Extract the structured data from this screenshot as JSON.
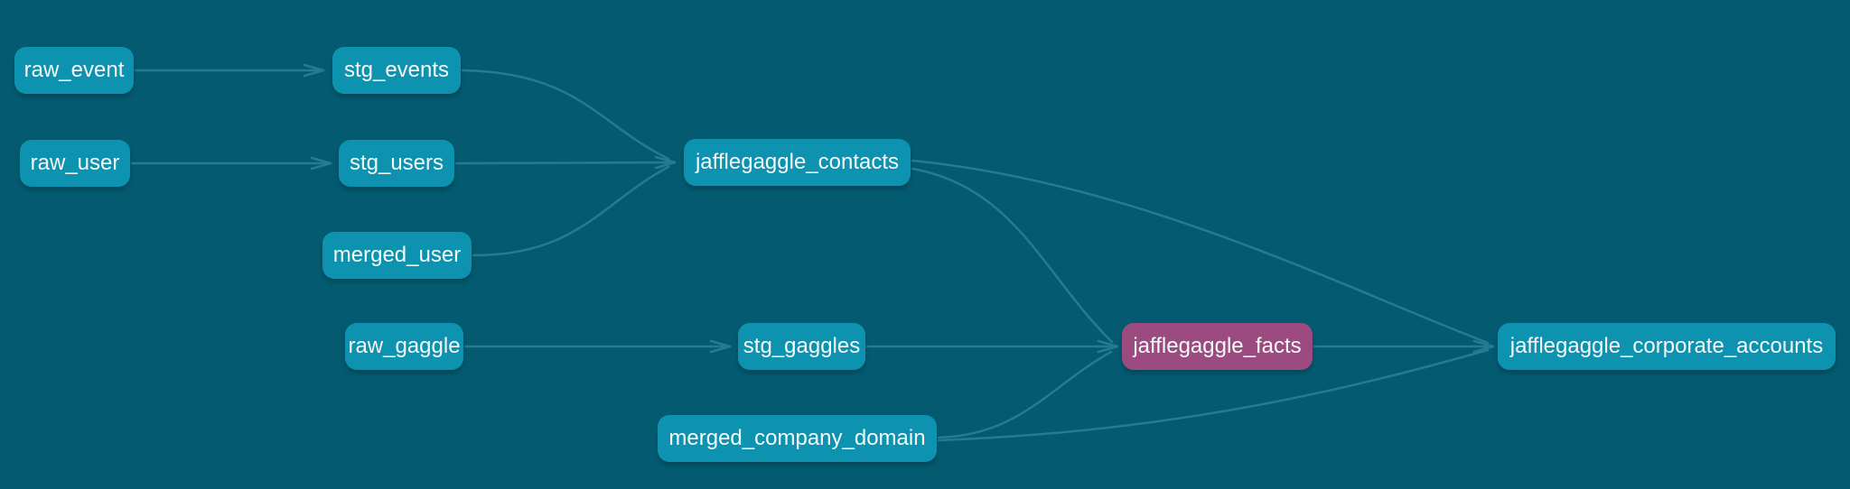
{
  "diagram": {
    "type": "lineage-dag",
    "background_color": "#045b71",
    "edge_color": "#257b92",
    "node_color_default": "#0d93b0",
    "node_color_highlight": "#9c4b80",
    "text_color": "#f5f8f8"
  },
  "nodes": [
    {
      "id": "raw_event",
      "label": "raw_event",
      "color": "teal"
    },
    {
      "id": "stg_events",
      "label": "stg_events",
      "color": "teal"
    },
    {
      "id": "raw_user",
      "label": "raw_user",
      "color": "teal"
    },
    {
      "id": "stg_users",
      "label": "stg_users",
      "color": "teal"
    },
    {
      "id": "merged_user",
      "label": "merged_user",
      "color": "teal"
    },
    {
      "id": "jafflegaggle_contacts",
      "label": "jafflegaggle_contacts",
      "color": "teal"
    },
    {
      "id": "raw_gaggle",
      "label": "raw_gaggle",
      "color": "teal"
    },
    {
      "id": "stg_gaggles",
      "label": "stg_gaggles",
      "color": "teal"
    },
    {
      "id": "jafflegaggle_facts",
      "label": "jafflegaggle_facts",
      "color": "purple"
    },
    {
      "id": "jafflegaggle_corporate_accounts",
      "label": "jafflegaggle_corporate_accounts",
      "color": "teal"
    },
    {
      "id": "merged_company_domain",
      "label": "merged_company_domain",
      "color": "teal"
    }
  ],
  "edges": [
    {
      "from": "raw_event",
      "to": "stg_events"
    },
    {
      "from": "raw_user",
      "to": "stg_users"
    },
    {
      "from": "stg_events",
      "to": "jafflegaggle_contacts"
    },
    {
      "from": "stg_users",
      "to": "jafflegaggle_contacts"
    },
    {
      "from": "merged_user",
      "to": "jafflegaggle_contacts"
    },
    {
      "from": "raw_gaggle",
      "to": "stg_gaggles"
    },
    {
      "from": "stg_gaggles",
      "to": "jafflegaggle_facts"
    },
    {
      "from": "jafflegaggle_contacts",
      "to": "jafflegaggle_facts"
    },
    {
      "from": "merged_company_domain",
      "to": "jafflegaggle_facts"
    },
    {
      "from": "jafflegaggle_contacts",
      "to": "jafflegaggle_corporate_accounts"
    },
    {
      "from": "jafflegaggle_facts",
      "to": "jafflegaggle_corporate_accounts"
    },
    {
      "from": "merged_company_domain",
      "to": "jafflegaggle_corporate_accounts"
    }
  ]
}
